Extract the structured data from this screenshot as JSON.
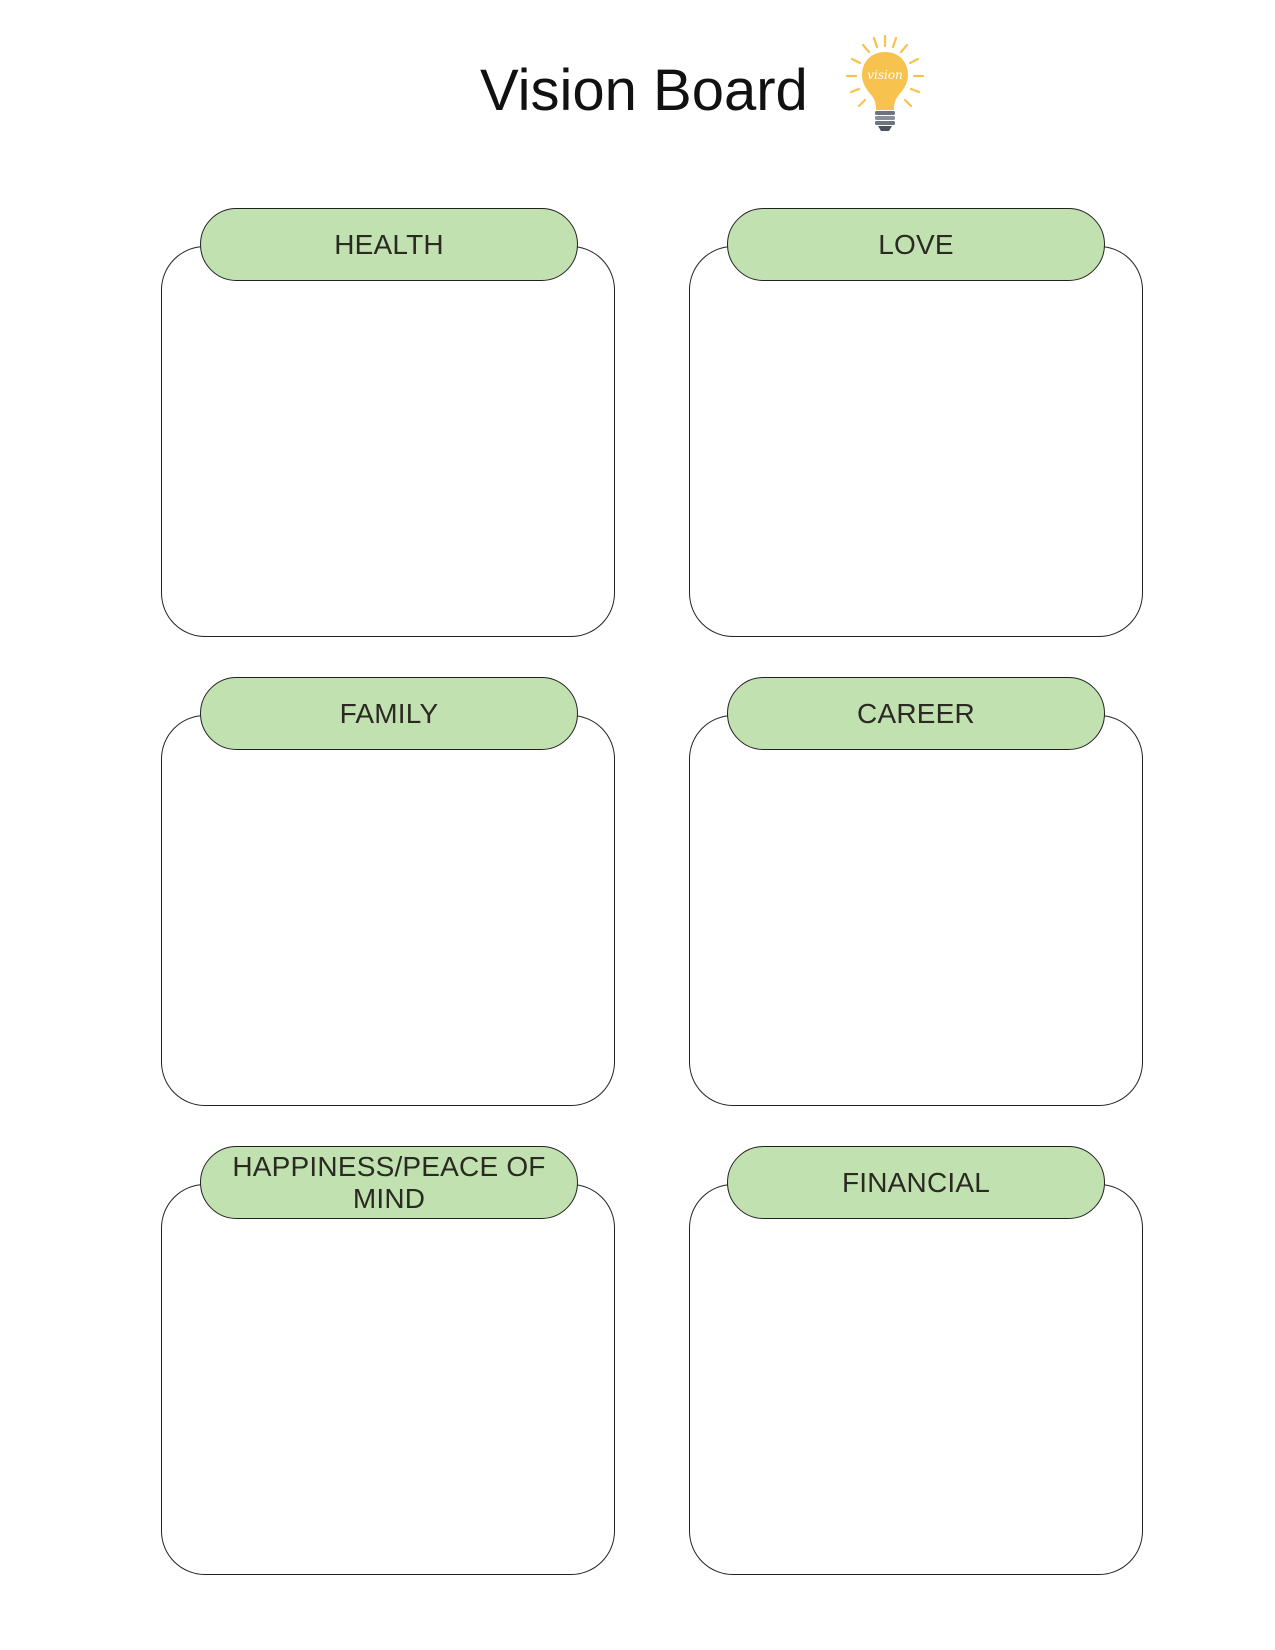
{
  "title": "Vision Board",
  "logo": {
    "icon": "lightbulb-icon",
    "text": "vision",
    "color": "#f7c34e"
  },
  "sections": [
    {
      "label": "HEALTH"
    },
    {
      "label": "LOVE"
    },
    {
      "label": "FAMILY"
    },
    {
      "label": "CAREER"
    },
    {
      "label": "HAPPINESS/PEACE OF MIND"
    },
    {
      "label": "FINANCIAL"
    }
  ],
  "colors": {
    "pill_fill": "#c2e1b0",
    "border": "#222222"
  }
}
